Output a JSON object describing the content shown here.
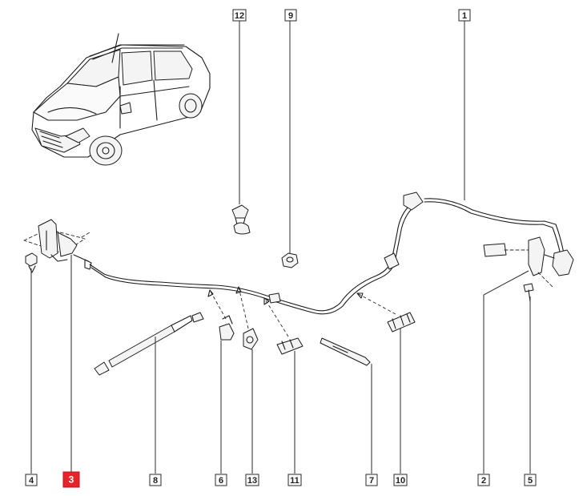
{
  "diagram": {
    "selected_part": "3",
    "parts": [
      {
        "id": "callout-12",
        "number": "12"
      },
      {
        "id": "callout-9",
        "number": "9"
      },
      {
        "id": "callout-1",
        "number": "1"
      },
      {
        "id": "callout-4",
        "number": "4"
      },
      {
        "id": "callout-3",
        "number": "3"
      },
      {
        "id": "callout-8",
        "number": "8"
      },
      {
        "id": "callout-6",
        "number": "6"
      },
      {
        "id": "callout-13",
        "number": "13"
      },
      {
        "id": "callout-11",
        "number": "11"
      },
      {
        "id": "callout-7",
        "number": "7"
      },
      {
        "id": "callout-10",
        "number": "10"
      },
      {
        "id": "callout-2",
        "number": "2"
      },
      {
        "id": "callout-5",
        "number": "5"
      }
    ],
    "colors": {
      "selected_fill": "#e5252b",
      "line": "#1c1c1c",
      "background": "#ffffff"
    }
  }
}
